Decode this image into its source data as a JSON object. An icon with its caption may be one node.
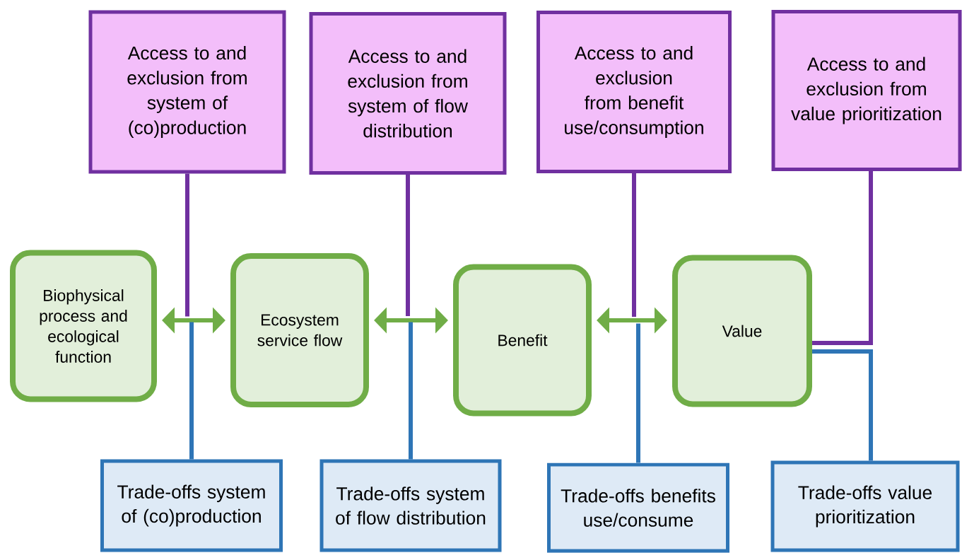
{
  "diagram": {
    "nodes": [
      {
        "text": [
          "Biophysical process and ecological function"
        ]
      },
      {
        "text": [
          "Ecosystem service flow"
        ]
      },
      {
        "text": [
          "Benefit"
        ]
      },
      {
        "text": [
          "Value"
        ]
      },
      {
        "text": [
          "Access to and exclusion from system of (co)production"
        ]
      },
      {
        "text": [
          "Access to and exclusion from system of flow distribution"
        ]
      },
      {
        "text": [
          "Access to and exclusion from benefit use/consumption"
        ]
      },
      {
        "text": [
          "Access to and exclusion from value prioritization"
        ]
      },
      {
        "text": [
          "Trade-offs system of (co)production"
        ]
      },
      {
        "text": [
          "Trade-offs system of flow distribution"
        ]
      },
      {
        "text": [
          "Trade-offs benefits use/consume"
        ]
      },
      {
        "text": [
          "Trade-offs value prioritization"
        ]
      }
    ],
    "edges": [
      {
        "from": 0,
        "to": 1,
        "arrow": "both",
        "color": "#70ad47"
      },
      {
        "from": 1,
        "to": 2,
        "arrow": "both",
        "color": "#70ad47"
      },
      {
        "from": 2,
        "to": 3,
        "arrow": "both",
        "color": "#70ad47"
      },
      {
        "from": 4,
        "to": null,
        "arrow": "none",
        "color": "#7030a0"
      },
      {
        "from": 8,
        "to": null,
        "arrow": "none",
        "color": "#2e75b6"
      },
      {
        "from": 5,
        "to": null,
        "arrow": "none",
        "color": "#7030a0"
      },
      {
        "from": 9,
        "to": null,
        "arrow": "none",
        "color": "#2e75b6"
      },
      {
        "from": 6,
        "to": null,
        "arrow": "none",
        "color": "#7030a0"
      },
      {
        "from": 10,
        "to": null,
        "arrow": "none",
        "color": "#2e75b6"
      },
      {
        "from": 7,
        "to": 3,
        "arrow": "none",
        "color": "#7030a0"
      },
      {
        "from": 11,
        "to": 3,
        "arrow": "none",
        "color": "#2e75b6"
      }
    ]
  }
}
